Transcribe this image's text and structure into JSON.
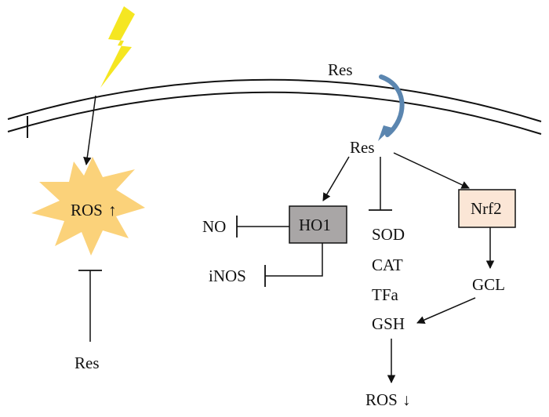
{
  "colors": {
    "lightning": "#f5e621",
    "burst": "#fbd27a",
    "ho1_box": "#a9a6a6",
    "nrf2_box": "#fbe6d6",
    "uptake_arrow": "#5b86b0",
    "line": "#111111"
  },
  "icons": {
    "stimulus": "lightning-bolt-icon",
    "ros_burst": "starburst-icon",
    "uptake": "curved-arrow-icon"
  },
  "labels": {
    "res_outside": "Res",
    "res_inside": "Res",
    "res_bottom_left": "Res",
    "ros_up": "ROS",
    "ros_up_arrow": "↑",
    "ros_down": "ROS",
    "ros_down_arrow": "↓",
    "ho1": "HO1",
    "nrf2": "Nrf2",
    "no": "NO",
    "inos": "iNOS",
    "sod": "SOD",
    "cat": "CAT",
    "tfa": "TFa",
    "gsh": "GSH",
    "gcl": "GCL"
  }
}
